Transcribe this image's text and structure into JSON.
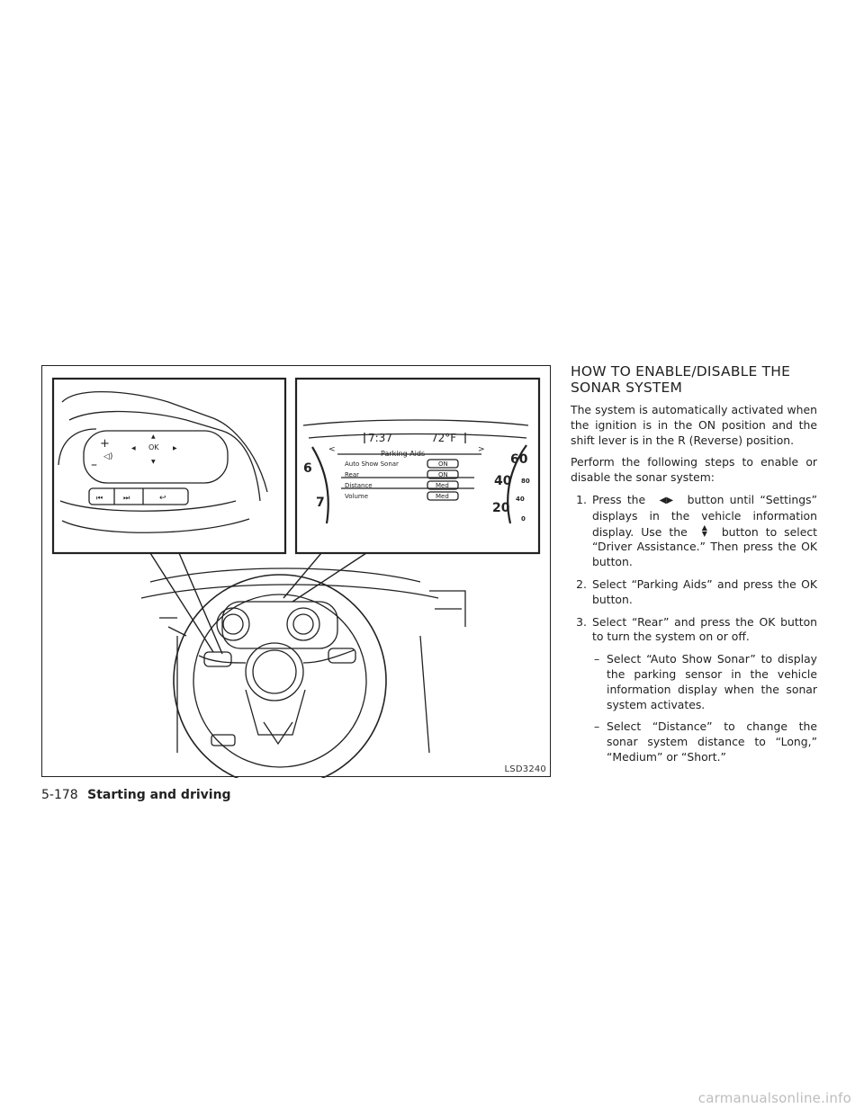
{
  "figure": {
    "code": "LSD3240",
    "cluster": {
      "time": "7:37",
      "temp": "72°F",
      "menu_title": "Parking Aids",
      "rows": [
        {
          "label": "Auto Show Sonar",
          "value": "ON"
        },
        {
          "label": "Rear",
          "value": "ON"
        },
        {
          "label": "Distance",
          "value": "Med"
        },
        {
          "label": "Volume",
          "value": "Med"
        }
      ],
      "left_gauge": [
        "6",
        "7"
      ],
      "right_gauge": [
        "60",
        "40",
        "20"
      ],
      "right_gauge_small": [
        "80",
        "40",
        "0"
      ]
    },
    "wheel_ok": "OK"
  },
  "heading": "HOW TO ENABLE/DISABLE THE SONAR SYSTEM",
  "intro": "The system is automatically activated when the ignition is in the ON position and the shift lever is in the R (Reverse) position.",
  "steps_intro": "Perform the following steps to enable or disable the sonar system:",
  "steps": [
    {
      "num": "1.",
      "a": "Press the",
      "b": "button until “Settings” displays in the vehicle information display. Use the",
      "c": "button to select “Driver Assistance.” Then press the OK button."
    },
    {
      "num": "2.",
      "text": "Select “Parking Aids” and press the OK button."
    },
    {
      "num": "3.",
      "text": "Select “Rear” and press the OK button to turn the system on or off."
    }
  ],
  "subs": [
    {
      "dash": "–",
      "text": "Select “Auto Show Sonar” to display the parking sensor in the vehicle information display when the sonar system activates."
    },
    {
      "dash": "–",
      "text": "Select “Distance” to change the sonar system distance to “Long,” “Medium” or “Short.”"
    }
  ],
  "footer": {
    "page": "5-178",
    "section": "Starting and driving"
  },
  "watermark": "carmanualsonline.info"
}
